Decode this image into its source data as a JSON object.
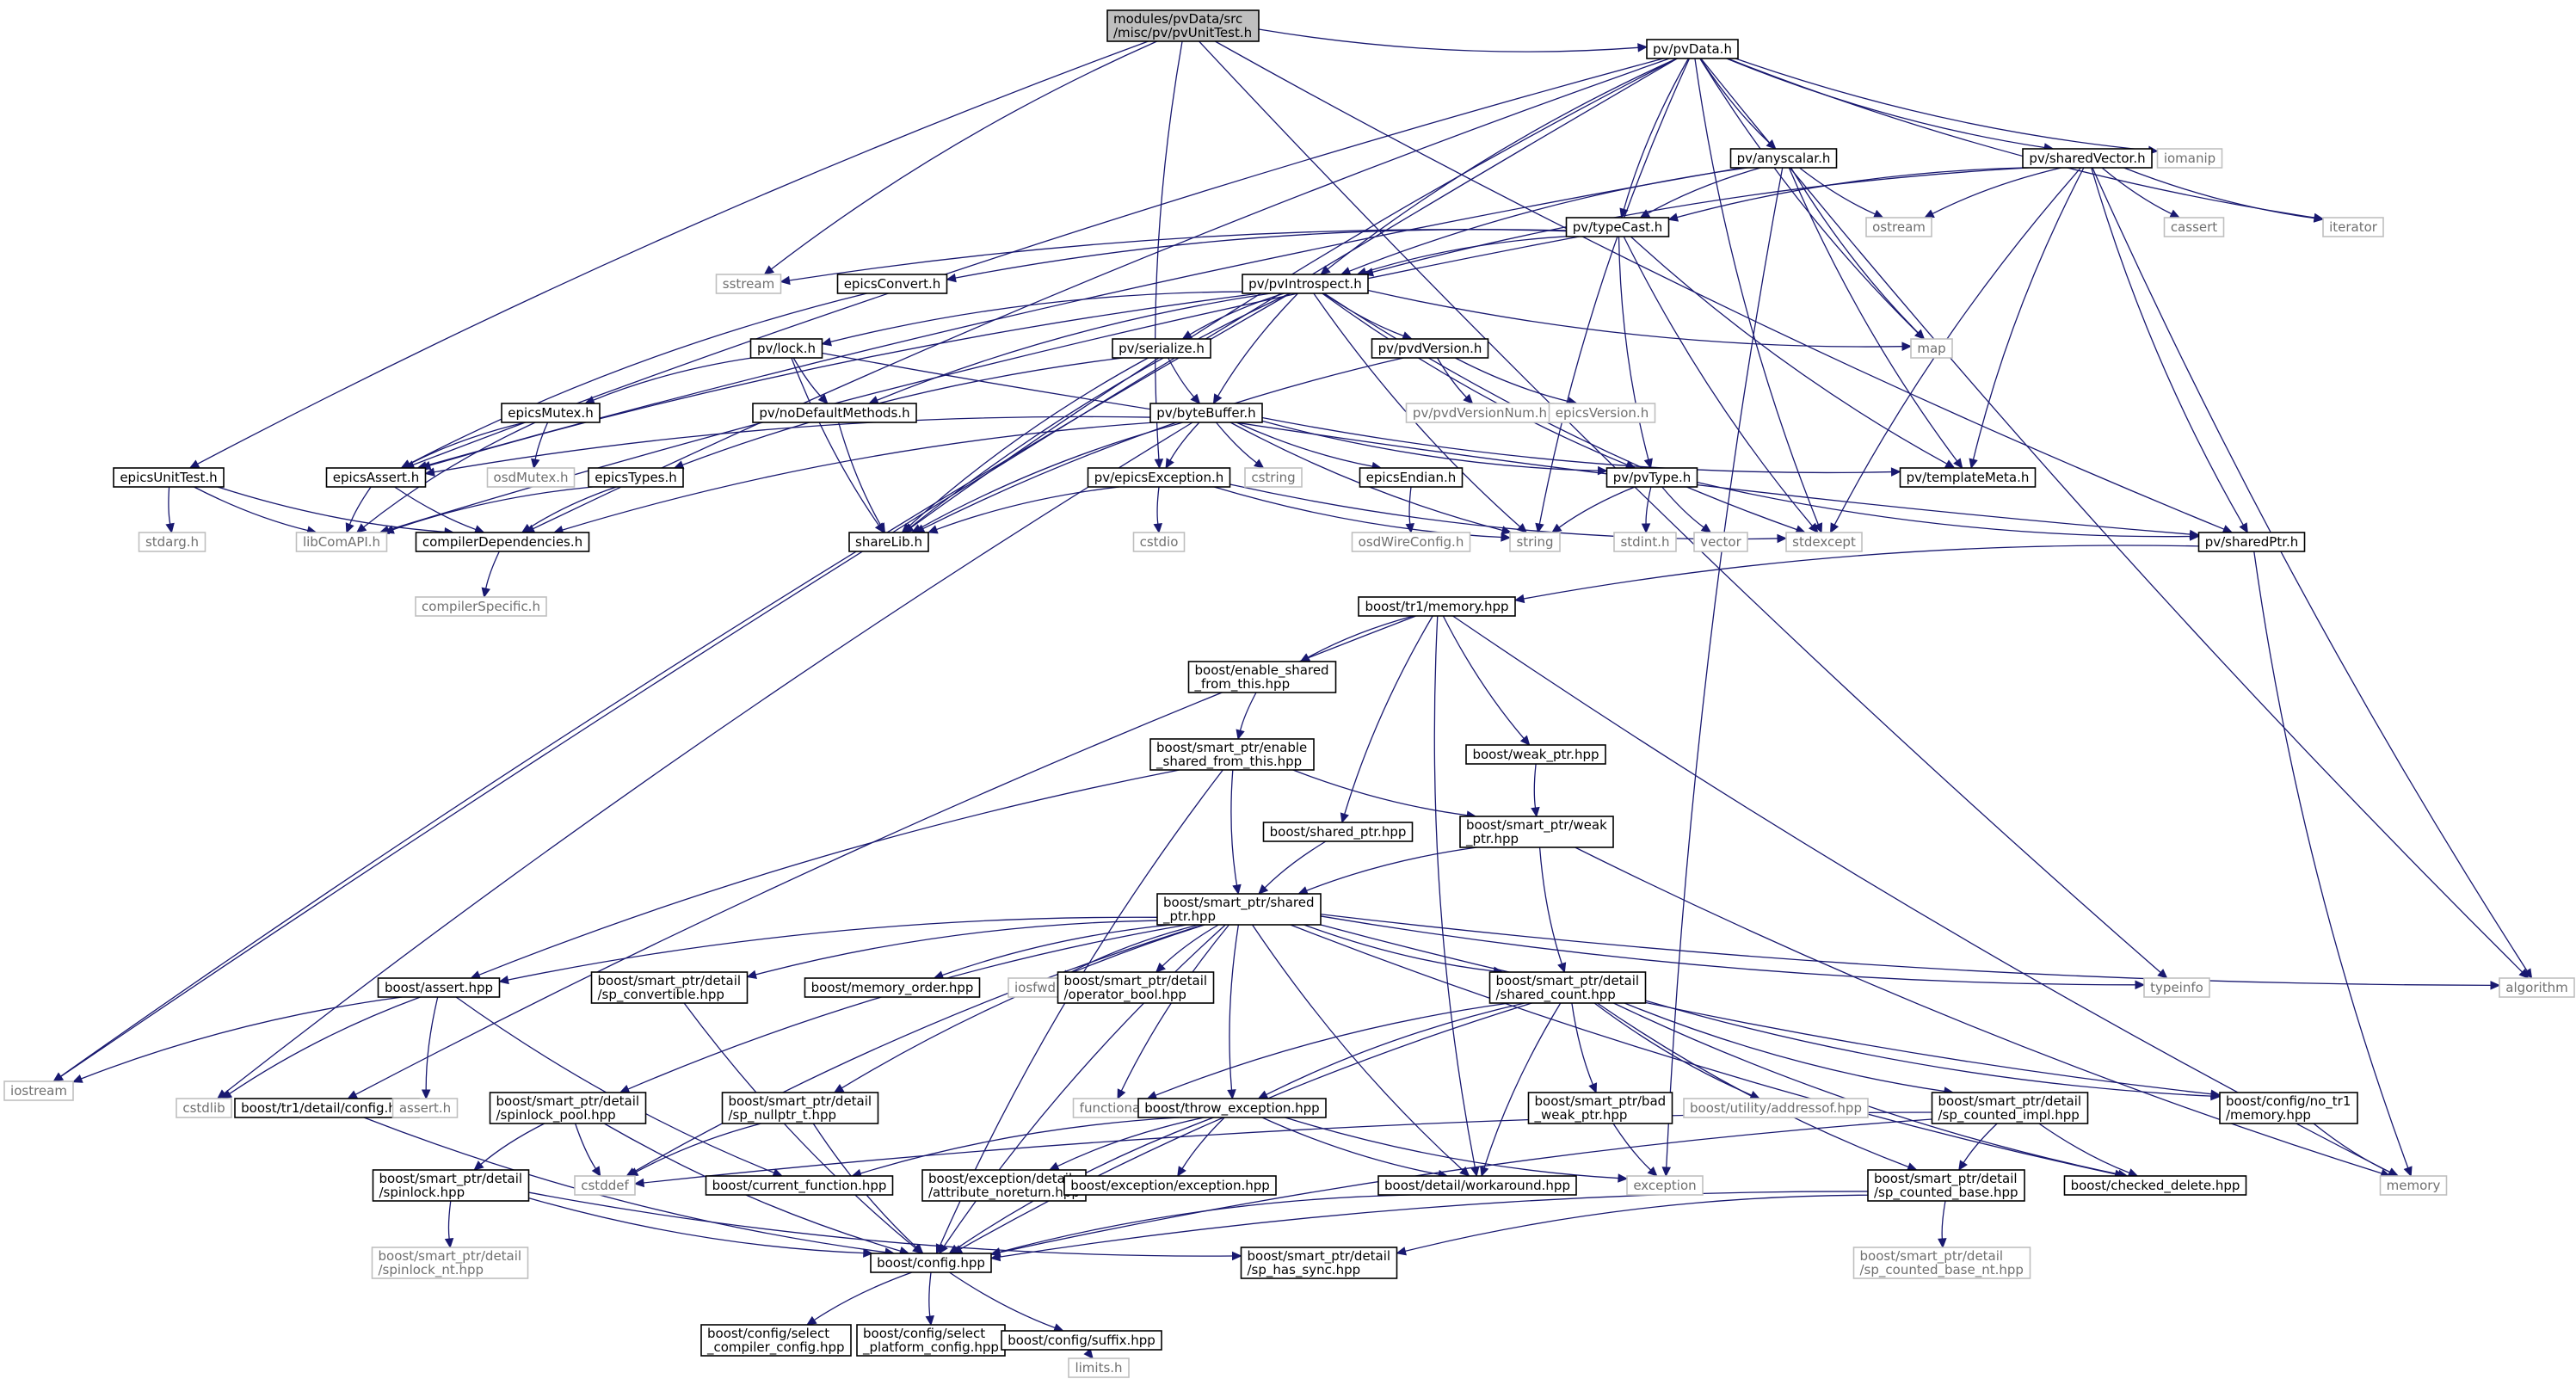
{
  "colors": {
    "edge": "#191970",
    "root_fill": "#bfbfbf",
    "node_border": "#000000",
    "ext_border": "#bfbfbf",
    "ext_text": "#6f6f6f"
  },
  "nodes": [
    {
      "id": "root",
      "kind": "root",
      "lines": [
        "modules/pvData/src",
        "/misc/pv/pvUnitTest.h"
      ]
    },
    {
      "id": "pvData",
      "kind": "int",
      "lines": [
        "pv/pvData.h"
      ]
    },
    {
      "id": "anyscalar",
      "kind": "int",
      "lines": [
        "pv/anyscalar.h"
      ]
    },
    {
      "id": "sharedVector",
      "kind": "int",
      "lines": [
        "pv/sharedVector.h"
      ]
    },
    {
      "id": "iomanip",
      "kind": "ext",
      "lines": [
        "iomanip"
      ]
    },
    {
      "id": "typeCast",
      "kind": "int",
      "lines": [
        "pv/typeCast.h"
      ]
    },
    {
      "id": "ostream",
      "kind": "ext",
      "lines": [
        "ostream"
      ]
    },
    {
      "id": "cassert",
      "kind": "ext",
      "lines": [
        "cassert"
      ]
    },
    {
      "id": "iterator",
      "kind": "ext",
      "lines": [
        "iterator"
      ]
    },
    {
      "id": "sstream",
      "kind": "ext",
      "lines": [
        "sstream"
      ]
    },
    {
      "id": "epicsConvert",
      "kind": "int",
      "lines": [
        "epicsConvert.h"
      ]
    },
    {
      "id": "pvIntrospect",
      "kind": "int",
      "lines": [
        "pv/pvIntrospect.h"
      ]
    },
    {
      "id": "map",
      "kind": "ext",
      "lines": [
        "map"
      ]
    },
    {
      "id": "lock",
      "kind": "int",
      "lines": [
        "pv/lock.h"
      ]
    },
    {
      "id": "serialize",
      "kind": "int",
      "lines": [
        "pv/serialize.h"
      ]
    },
    {
      "id": "pvdVersion",
      "kind": "int",
      "lines": [
        "pv/pvdVersion.h"
      ]
    },
    {
      "id": "noDefault",
      "kind": "int",
      "lines": [
        "pv/noDefaultMethods.h"
      ]
    },
    {
      "id": "pvdVersionNum",
      "kind": "ext",
      "lines": [
        "pv/pvdVersionNum.h"
      ]
    },
    {
      "id": "epicsVersion",
      "kind": "ext",
      "lines": [
        "epicsVersion.h"
      ]
    },
    {
      "id": "epicsMutex",
      "kind": "int",
      "lines": [
        "epicsMutex.h"
      ]
    },
    {
      "id": "byteBuffer",
      "kind": "int",
      "lines": [
        "pv/byteBuffer.h"
      ]
    },
    {
      "id": "epicsUnitTest",
      "kind": "int",
      "lines": [
        "epicsUnitTest.h"
      ]
    },
    {
      "id": "epicsAssert",
      "kind": "int",
      "lines": [
        "epicsAssert.h"
      ]
    },
    {
      "id": "osdMutex",
      "kind": "ext",
      "lines": [
        "osdMutex.h"
      ]
    },
    {
      "id": "epicsTypes",
      "kind": "int",
      "lines": [
        "epicsTypes.h"
      ]
    },
    {
      "id": "epicsException",
      "kind": "int",
      "lines": [
        "pv/epicsException.h"
      ]
    },
    {
      "id": "cstring",
      "kind": "ext",
      "lines": [
        "cstring"
      ]
    },
    {
      "id": "epicsEndian",
      "kind": "int",
      "lines": [
        "epicsEndian.h"
      ]
    },
    {
      "id": "pvType",
      "kind": "int",
      "lines": [
        "pv/pvType.h"
      ]
    },
    {
      "id": "templateMeta",
      "kind": "int",
      "lines": [
        "pv/templateMeta.h"
      ]
    },
    {
      "id": "stdarg",
      "kind": "ext",
      "lines": [
        "stdarg.h"
      ]
    },
    {
      "id": "libComAPI",
      "kind": "ext",
      "lines": [
        "libComAPI.h"
      ]
    },
    {
      "id": "compilerDep",
      "kind": "int",
      "lines": [
        "compilerDependencies.h"
      ]
    },
    {
      "id": "shareLib",
      "kind": "int",
      "lines": [
        "shareLib.h"
      ]
    },
    {
      "id": "cstdio",
      "kind": "ext",
      "lines": [
        "cstdio"
      ]
    },
    {
      "id": "osdWireConfig",
      "kind": "ext",
      "lines": [
        "osdWireConfig.h"
      ]
    },
    {
      "id": "string",
      "kind": "ext",
      "lines": [
        "string"
      ]
    },
    {
      "id": "stdint",
      "kind": "ext",
      "lines": [
        "stdint.h"
      ]
    },
    {
      "id": "vector",
      "kind": "ext",
      "lines": [
        "vector"
      ]
    },
    {
      "id": "stdexcept",
      "kind": "ext",
      "lines": [
        "stdexcept"
      ]
    },
    {
      "id": "sharedPtr",
      "kind": "int",
      "lines": [
        "pv/sharedPtr.h"
      ]
    },
    {
      "id": "compilerSpecific",
      "kind": "ext",
      "lines": [
        "compilerSpecific.h"
      ]
    },
    {
      "id": "tr1memory",
      "kind": "int",
      "lines": [
        "boost/tr1/memory.hpp"
      ]
    },
    {
      "id": "enableShared",
      "kind": "int",
      "lines": [
        "boost/enable_shared",
        "_from_this.hpp"
      ]
    },
    {
      "id": "spEnableShared",
      "kind": "int",
      "lines": [
        "boost/smart_ptr/enable",
        "_shared_from_this.hpp"
      ]
    },
    {
      "id": "weakPtr",
      "kind": "int",
      "lines": [
        "boost/weak_ptr.hpp"
      ]
    },
    {
      "id": "sharedPtrHpp",
      "kind": "int",
      "lines": [
        "boost/shared_ptr.hpp"
      ]
    },
    {
      "id": "spWeakPtr",
      "kind": "int",
      "lines": [
        "boost/smart_ptr/weak",
        "_ptr.hpp"
      ]
    },
    {
      "id": "spSharedPtr",
      "kind": "int",
      "lines": [
        "boost/smart_ptr/shared",
        "_ptr.hpp"
      ]
    },
    {
      "id": "assertHpp",
      "kind": "int",
      "lines": [
        "boost/assert.hpp"
      ]
    },
    {
      "id": "spConvertible",
      "kind": "int",
      "lines": [
        "boost/smart_ptr/detail",
        "/sp_convertible.hpp"
      ]
    },
    {
      "id": "memoryOrder",
      "kind": "int",
      "lines": [
        "boost/memory_order.hpp"
      ]
    },
    {
      "id": "iosfwd",
      "kind": "ext",
      "lines": [
        "iosfwd"
      ]
    },
    {
      "id": "operatorBool",
      "kind": "int",
      "lines": [
        "boost/smart_ptr/detail",
        "/operator_bool.hpp"
      ]
    },
    {
      "id": "sharedCount",
      "kind": "int",
      "lines": [
        "boost/smart_ptr/detail",
        "/shared_count.hpp"
      ]
    },
    {
      "id": "typeinfo",
      "kind": "ext",
      "lines": [
        "typeinfo"
      ]
    },
    {
      "id": "algorithm",
      "kind": "ext",
      "lines": [
        "algorithm"
      ]
    },
    {
      "id": "iostream",
      "kind": "ext",
      "lines": [
        "iostream"
      ]
    },
    {
      "id": "cstdlib",
      "kind": "ext",
      "lines": [
        "cstdlib"
      ]
    },
    {
      "id": "tr1config",
      "kind": "int",
      "lines": [
        "boost/tr1/detail/config.hpp"
      ]
    },
    {
      "id": "assertH",
      "kind": "ext",
      "lines": [
        "assert.h"
      ]
    },
    {
      "id": "spinlockPool",
      "kind": "int",
      "lines": [
        "boost/smart_ptr/detail",
        "/spinlock_pool.hpp"
      ]
    },
    {
      "id": "spNullptr",
      "kind": "int",
      "lines": [
        "boost/smart_ptr/detail",
        "/sp_nullptr_t.hpp"
      ]
    },
    {
      "id": "functional",
      "kind": "ext",
      "lines": [
        "functional"
      ]
    },
    {
      "id": "throwException",
      "kind": "int",
      "lines": [
        "boost/throw_exception.hpp"
      ]
    },
    {
      "id": "badWeakPtr",
      "kind": "int",
      "lines": [
        "boost/smart_ptr/bad",
        "_weak_ptr.hpp"
      ]
    },
    {
      "id": "addressof",
      "kind": "ext",
      "lines": [
        "boost/utility/addressof.hpp"
      ]
    },
    {
      "id": "spCountedImpl",
      "kind": "int",
      "lines": [
        "boost/smart_ptr/detail",
        "/sp_counted_impl.hpp"
      ]
    },
    {
      "id": "noTr1Memory",
      "kind": "int",
      "lines": [
        "boost/config/no_tr1",
        "/memory.hpp"
      ]
    },
    {
      "id": "spinlock",
      "kind": "int",
      "lines": [
        "boost/smart_ptr/detail",
        "/spinlock.hpp"
      ]
    },
    {
      "id": "cstddef",
      "kind": "ext",
      "lines": [
        "cstddef"
      ]
    },
    {
      "id": "currentFunction",
      "kind": "int",
      "lines": [
        "boost/current_function.hpp"
      ]
    },
    {
      "id": "attrNoreturn",
      "kind": "int",
      "lines": [
        "boost/exception/detail",
        "/attribute_noreturn.hpp"
      ]
    },
    {
      "id": "exceptionHpp",
      "kind": "int",
      "lines": [
        "boost/exception/exception.hpp"
      ]
    },
    {
      "id": "workaround",
      "kind": "int",
      "lines": [
        "boost/detail/workaround.hpp"
      ]
    },
    {
      "id": "exception",
      "kind": "ext",
      "lines": [
        "exception"
      ]
    },
    {
      "id": "spCountedBase",
      "kind": "int",
      "lines": [
        "boost/smart_ptr/detail",
        "/sp_counted_base.hpp"
      ]
    },
    {
      "id": "checkedDelete",
      "kind": "int",
      "lines": [
        "boost/checked_delete.hpp"
      ]
    },
    {
      "id": "memory",
      "kind": "ext",
      "lines": [
        "memory"
      ]
    },
    {
      "id": "spinlockNt",
      "kind": "ext",
      "lines": [
        "boost/smart_ptr/detail",
        "/spinlock_nt.hpp"
      ]
    },
    {
      "id": "configHpp",
      "kind": "int",
      "lines": [
        "boost/config.hpp"
      ]
    },
    {
      "id": "spHasSync",
      "kind": "int",
      "lines": [
        "boost/smart_ptr/detail",
        "/sp_has_sync.hpp"
      ]
    },
    {
      "id": "spCountedBaseNt",
      "kind": "ext",
      "lines": [
        "boost/smart_ptr/detail",
        "/sp_counted_base_nt.hpp"
      ]
    },
    {
      "id": "selectCompiler",
      "kind": "int",
      "lines": [
        "boost/config/select",
        "_compiler_config.hpp"
      ]
    },
    {
      "id": "selectPlatform",
      "kind": "int",
      "lines": [
        "boost/config/select",
        "_platform_config.hpp"
      ]
    },
    {
      "id": "suffix",
      "kind": "int",
      "lines": [
        "boost/config/suffix.hpp"
      ]
    },
    {
      "id": "limits",
      "kind": "ext",
      "lines": [
        "limits.h"
      ]
    }
  ],
  "edges": [
    [
      "root",
      "pvData"
    ],
    [
      "root",
      "epicsUnitTest"
    ],
    [
      "root",
      "sstream"
    ],
    [
      "root",
      "epicsException"
    ],
    [
      "root",
      "typeinfo"
    ],
    [
      "root",
      "sharedPtr"
    ],
    [
      "pvData",
      "anyscalar"
    ],
    [
      "pvData",
      "sharedVector"
    ],
    [
      "pvData",
      "iomanip"
    ],
    [
      "pvData",
      "typeCast"
    ],
    [
      "pvData",
      "pvIntrospect"
    ],
    [
      "pvData",
      "map"
    ],
    [
      "pvData",
      "iterator"
    ],
    [
      "pvData",
      "string"
    ],
    [
      "pvData",
      "stdexcept"
    ],
    [
      "pvData",
      "iostream"
    ],
    [
      "pvData",
      "epicsAssert"
    ],
    [
      "pvData",
      "compilerDep"
    ],
    [
      "pvData",
      "shareLib"
    ],
    [
      "pvData",
      "algorithm"
    ],
    [
      "anyscalar",
      "typeCast"
    ],
    [
      "anyscalar",
      "ostream"
    ],
    [
      "anyscalar",
      "map"
    ],
    [
      "anyscalar",
      "templateMeta"
    ],
    [
      "anyscalar",
      "pvIntrospect"
    ],
    [
      "anyscalar",
      "epicsAssert"
    ],
    [
      "anyscalar",
      "exception"
    ],
    [
      "sharedVector",
      "typeCast"
    ],
    [
      "sharedVector",
      "ostream"
    ],
    [
      "sharedVector",
      "cassert"
    ],
    [
      "sharedVector",
      "iterator"
    ],
    [
      "sharedVector",
      "pvIntrospect"
    ],
    [
      "sharedVector",
      "templateMeta"
    ],
    [
      "sharedVector",
      "sharedPtr"
    ],
    [
      "sharedVector",
      "stdexcept"
    ],
    [
      "sharedVector",
      "algorithm"
    ],
    [
      "typeCast",
      "sstream"
    ],
    [
      "typeCast",
      "epicsConvert"
    ],
    [
      "typeCast",
      "pvIntrospect"
    ],
    [
      "typeCast",
      "pvType"
    ],
    [
      "typeCast",
      "templateMeta"
    ],
    [
      "typeCast",
      "stdexcept"
    ],
    [
      "typeCast",
      "libComAPI"
    ],
    [
      "epicsConvert",
      "epicsAssert"
    ],
    [
      "pvIntrospect",
      "map"
    ],
    [
      "pvIntrospect",
      "lock"
    ],
    [
      "pvIntrospect",
      "serialize"
    ],
    [
      "pvIntrospect",
      "pvdVersion"
    ],
    [
      "pvIntrospect",
      "noDefault"
    ],
    [
      "pvIntrospect",
      "byteBuffer"
    ],
    [
      "pvIntrospect",
      "pvType"
    ],
    [
      "pvIntrospect",
      "string"
    ],
    [
      "pvIntrospect",
      "stdexcept"
    ],
    [
      "pvIntrospect",
      "shareLib"
    ],
    [
      "pvIntrospect",
      "epicsAssert"
    ],
    [
      "pvIntrospect",
      "iostream"
    ],
    [
      "lock",
      "noDefault"
    ],
    [
      "lock",
      "epicsMutex"
    ],
    [
      "lock",
      "shareLib"
    ],
    [
      "lock",
      "sharedPtr"
    ],
    [
      "serialize",
      "byteBuffer"
    ],
    [
      "serialize",
      "epicsTypes"
    ],
    [
      "serialize",
      "shareLib"
    ],
    [
      "pvdVersion",
      "pvdVersionNum"
    ],
    [
      "pvdVersion",
      "epicsVersion"
    ],
    [
      "pvdVersion",
      "shareLib"
    ],
    [
      "noDefault",
      "shareLib"
    ],
    [
      "epicsMutex",
      "epicsAssert"
    ],
    [
      "epicsMutex",
      "osdMutex"
    ],
    [
      "epicsMutex",
      "libComAPI"
    ],
    [
      "byteBuffer",
      "epicsAssert"
    ],
    [
      "byteBuffer",
      "epicsException"
    ],
    [
      "byteBuffer",
      "cstring"
    ],
    [
      "byteBuffer",
      "epicsEndian"
    ],
    [
      "byteBuffer",
      "pvType"
    ],
    [
      "byteBuffer",
      "templateMeta"
    ],
    [
      "byteBuffer",
      "string"
    ],
    [
      "byteBuffer",
      "shareLib"
    ],
    [
      "byteBuffer",
      "compilerDep"
    ],
    [
      "byteBuffer",
      "cstdlib"
    ],
    [
      "epicsUnitTest",
      "stdarg"
    ],
    [
      "epicsUnitTest",
      "libComAPI"
    ],
    [
      "epicsUnitTest",
      "compilerDep"
    ],
    [
      "epicsAssert",
      "libComAPI"
    ],
    [
      "epicsAssert",
      "compilerDep"
    ],
    [
      "epicsTypes",
      "libComAPI"
    ],
    [
      "epicsTypes",
      "compilerDep"
    ],
    [
      "epicsException",
      "cstdio"
    ],
    [
      "epicsException",
      "string"
    ],
    [
      "epicsException",
      "stdexcept"
    ],
    [
      "epicsException",
      "shareLib"
    ],
    [
      "epicsEndian",
      "osdWireConfig"
    ],
    [
      "pvType",
      "string"
    ],
    [
      "pvType",
      "stdint"
    ],
    [
      "pvType",
      "vector"
    ],
    [
      "pvType",
      "sharedPtr"
    ],
    [
      "compilerDep",
      "compilerSpecific"
    ],
    [
      "sharedPtr",
      "tr1memory"
    ],
    [
      "sharedPtr",
      "memory"
    ],
    [
      "tr1memory",
      "enableShared"
    ],
    [
      "tr1memory",
      "weakPtr"
    ],
    [
      "tr1memory",
      "sharedPtrHpp"
    ],
    [
      "tr1memory",
      "tr1config"
    ],
    [
      "tr1memory",
      "workaround"
    ],
    [
      "tr1memory",
      "memory"
    ],
    [
      "enableShared",
      "spEnableShared"
    ],
    [
      "spEnableShared",
      "spSharedPtr"
    ],
    [
      "spEnableShared",
      "spWeakPtr"
    ],
    [
      "spEnableShared",
      "assertHpp"
    ],
    [
      "spEnableShared",
      "configHpp"
    ],
    [
      "weakPtr",
      "spWeakPtr"
    ],
    [
      "sharedPtrHpp",
      "spSharedPtr"
    ],
    [
      "spWeakPtr",
      "spSharedPtr"
    ],
    [
      "spWeakPtr",
      "sharedCount"
    ],
    [
      "spWeakPtr",
      "memory"
    ],
    [
      "spSharedPtr",
      "assertHpp"
    ],
    [
      "spSharedPtr",
      "spConvertible"
    ],
    [
      "spSharedPtr",
      "memoryOrder"
    ],
    [
      "spSharedPtr",
      "iosfwd"
    ],
    [
      "spSharedPtr",
      "operatorBool"
    ],
    [
      "spSharedPtr",
      "sharedCount"
    ],
    [
      "spSharedPtr",
      "typeinfo"
    ],
    [
      "spSharedPtr",
      "algorithm"
    ],
    [
      "spSharedPtr",
      "noTr1Memory"
    ],
    [
      "spSharedPtr",
      "checkedDelete"
    ],
    [
      "spSharedPtr",
      "spinlockPool"
    ],
    [
      "spSharedPtr",
      "spNullptr"
    ],
    [
      "spSharedPtr",
      "functional"
    ],
    [
      "spSharedPtr",
      "throwException"
    ],
    [
      "spSharedPtr",
      "workaround"
    ],
    [
      "spSharedPtr",
      "configHpp"
    ],
    [
      "spSharedPtr",
      "cstddef"
    ],
    [
      "assertHpp",
      "iostream"
    ],
    [
      "assertHpp",
      "cstdlib"
    ],
    [
      "assertHpp",
      "assertH"
    ],
    [
      "assertHpp",
      "currentFunction"
    ],
    [
      "spConvertible",
      "configHpp"
    ],
    [
      "sharedCount",
      "functional"
    ],
    [
      "sharedCount",
      "throwException"
    ],
    [
      "sharedCount",
      "badWeakPtr"
    ],
    [
      "sharedCount",
      "addressof"
    ],
    [
      "sharedCount",
      "spCountedImpl"
    ],
    [
      "sharedCount",
      "noTr1Memory"
    ],
    [
      "sharedCount",
      "checkedDelete"
    ],
    [
      "sharedCount",
      "spCountedBase"
    ],
    [
      "sharedCount",
      "workaround"
    ],
    [
      "sharedCount",
      "configHpp"
    ],
    [
      "tr1config",
      "configHpp"
    ],
    [
      "spinlockPool",
      "spinlock"
    ],
    [
      "spinlockPool",
      "cstddef"
    ],
    [
      "spinlockPool",
      "configHpp"
    ],
    [
      "spNullptr",
      "cstddef"
    ],
    [
      "spNullptr",
      "configHpp"
    ],
    [
      "throwException",
      "currentFunction"
    ],
    [
      "throwException",
      "attrNoreturn"
    ],
    [
      "throwException",
      "exceptionHpp"
    ],
    [
      "throwException",
      "workaround"
    ],
    [
      "throwException",
      "exception"
    ],
    [
      "throwException",
      "configHpp"
    ],
    [
      "badWeakPtr",
      "exception"
    ],
    [
      "spCountedImpl",
      "cstddef"
    ],
    [
      "spCountedImpl",
      "checkedDelete"
    ],
    [
      "spCountedImpl",
      "spCountedBase"
    ],
    [
      "spCountedImpl",
      "configHpp"
    ],
    [
      "noTr1Memory",
      "memory"
    ],
    [
      "spinlock",
      "spinlockNt"
    ],
    [
      "spinlock",
      "spHasSync"
    ],
    [
      "spinlock",
      "configHpp"
    ],
    [
      "workaround",
      "configHpp"
    ],
    [
      "spCountedBase",
      "spHasSync"
    ],
    [
      "spCountedBase",
      "spCountedBaseNt"
    ],
    [
      "spCountedBase",
      "configHpp"
    ],
    [
      "configHpp",
      "selectCompiler"
    ],
    [
      "configHpp",
      "selectPlatform"
    ],
    [
      "configHpp",
      "suffix"
    ],
    [
      "suffix",
      "limits"
    ]
  ]
}
